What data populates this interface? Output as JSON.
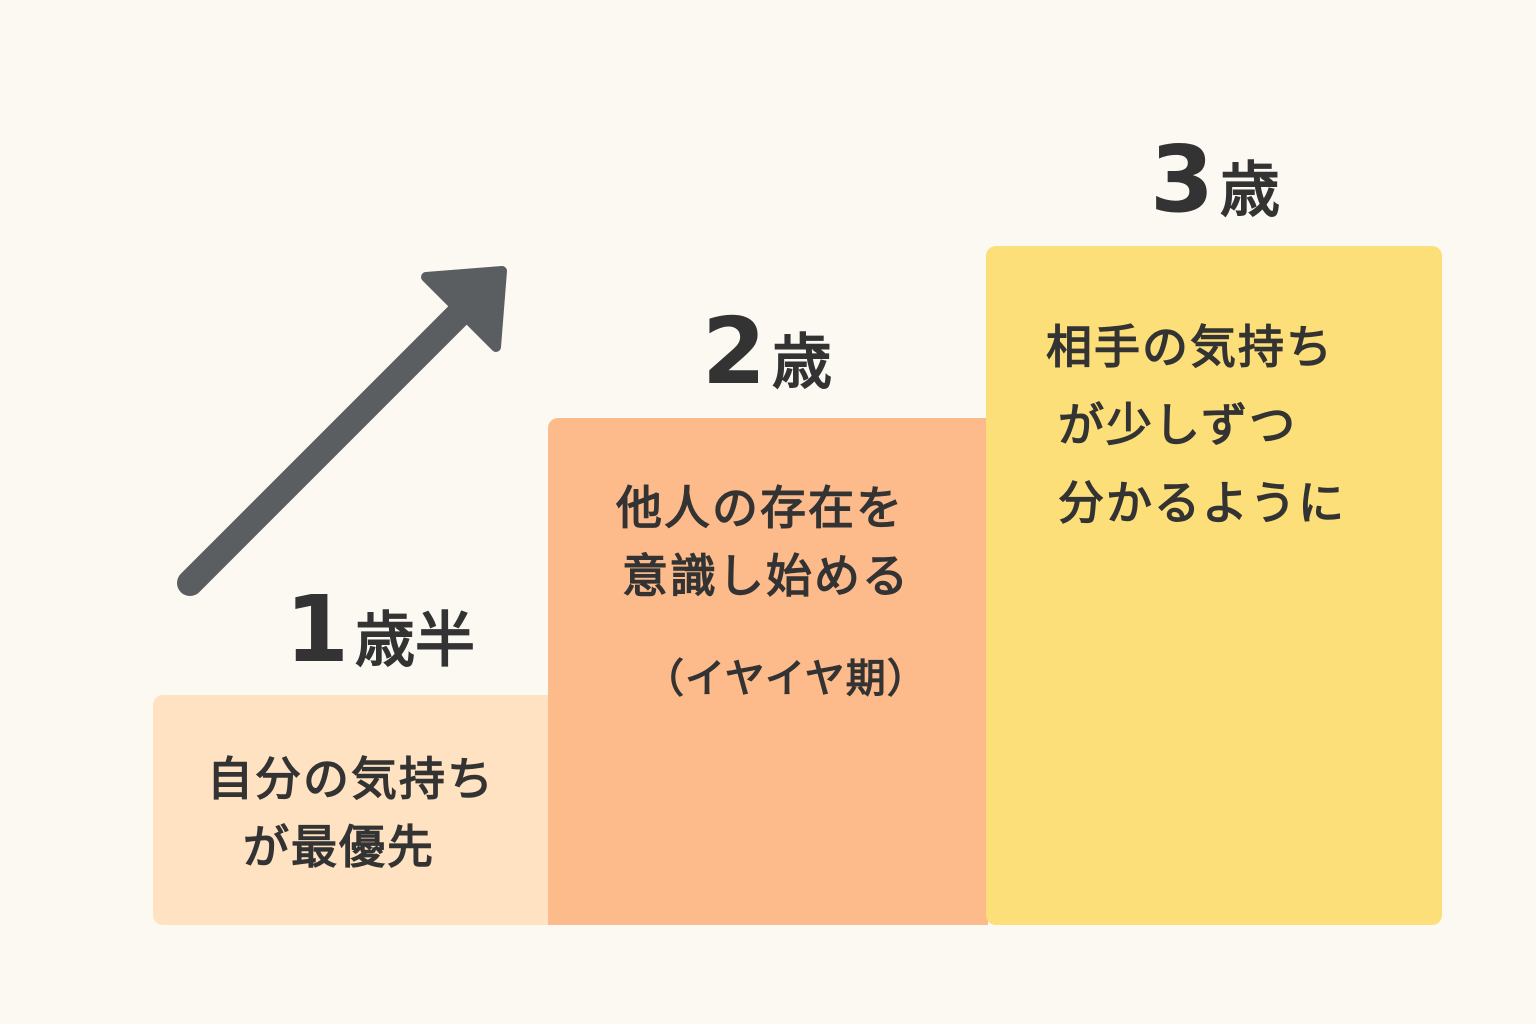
{
  "colors": {
    "background": "#FCF9F2",
    "step1": "#FFE2C1",
    "step2": "#FDBB8B",
    "step3": "#FDDF7A",
    "arrow": "#5A5E61",
    "text": "#333333"
  },
  "arrow": {
    "icon": "up-right-arrow-icon"
  },
  "steps": [
    {
      "age_number": "1",
      "age_unit": "歳半",
      "lines": [
        "自分の気持ち",
        "が最優先"
      ]
    },
    {
      "age_number": "2",
      "age_unit": "歳",
      "lines": [
        "他人の存在を",
        "意識し始める"
      ],
      "note": "（イヤイヤ期）"
    },
    {
      "age_number": "3",
      "age_unit": "歳",
      "lines": [
        "相手の気持ち",
        "が少しずつ",
        "分かるように"
      ]
    }
  ]
}
